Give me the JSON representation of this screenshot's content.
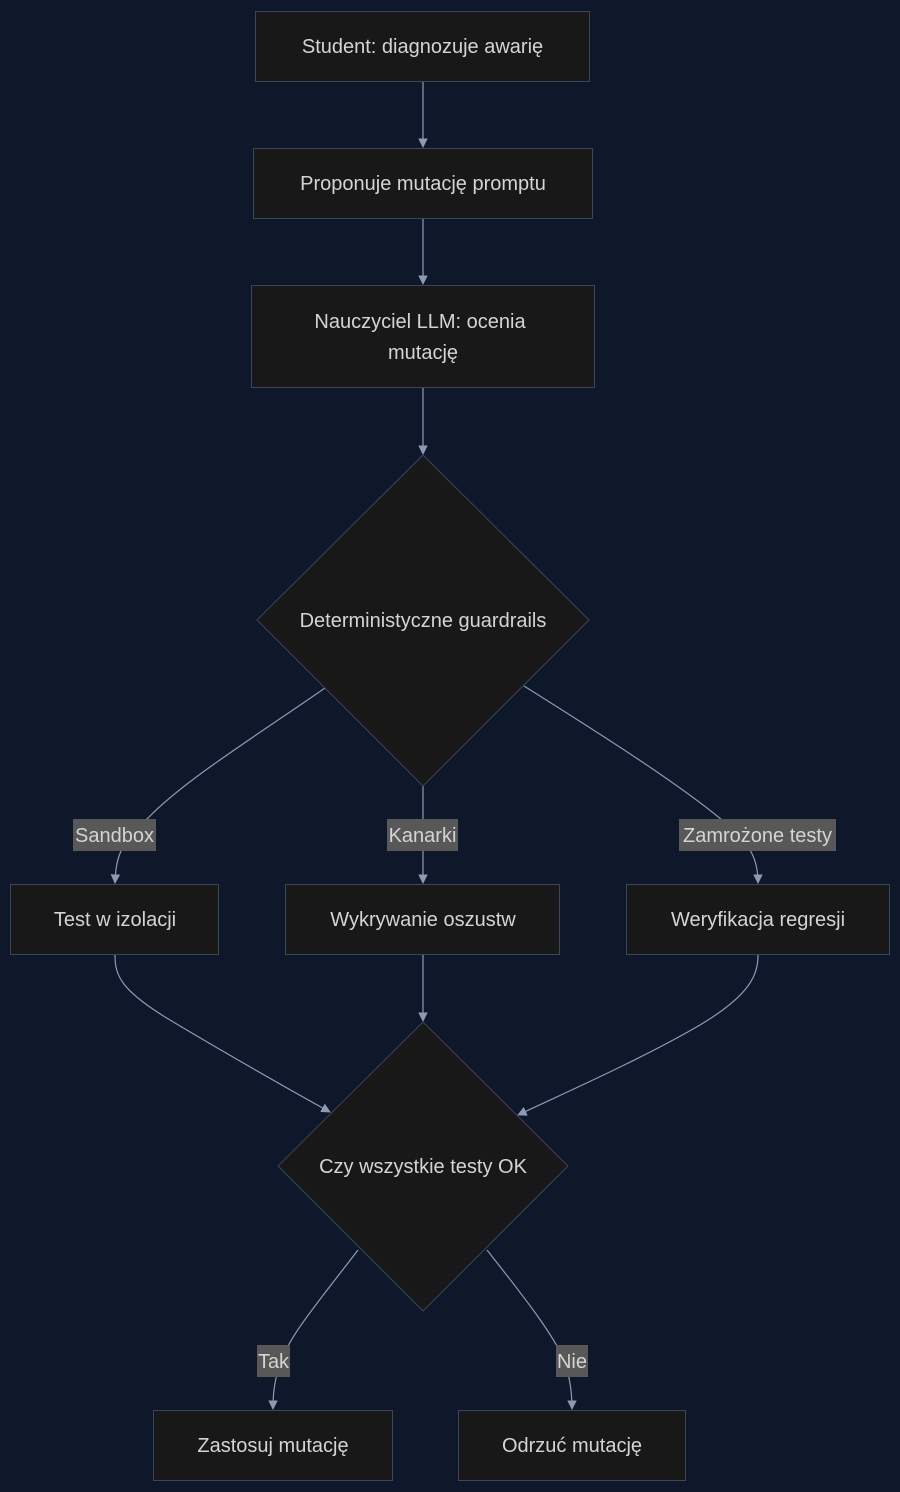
{
  "diagram": {
    "nodes": {
      "student": "Student: diagnozuje awarię",
      "proposal": "Proponuje mutację promptu",
      "teacher_line1": "Nauczyciel LLM: ocenia",
      "teacher_line2": "mutację",
      "guardrails": "Deterministyczne guardrails",
      "isolation": "Test w izolacji",
      "fraud": "Wykrywanie oszustw",
      "regression": "Weryfikacja regresji",
      "all_ok": "Czy wszystkie testy OK",
      "apply": "Zastosuj mutację",
      "reject": "Odrzuć mutację"
    },
    "edge_labels": {
      "sandbox": "Sandbox",
      "canaries": "Kanarki",
      "frozen": "Zamrożone testy",
      "yes": "Tak",
      "no": "Nie"
    }
  },
  "colors": {
    "background": "#0f172a",
    "node_fill": "#181818",
    "node_stroke": "#3b4658",
    "edge": "#8c9bb3",
    "label_bg": "#585858",
    "text": "#d4d4d4"
  }
}
